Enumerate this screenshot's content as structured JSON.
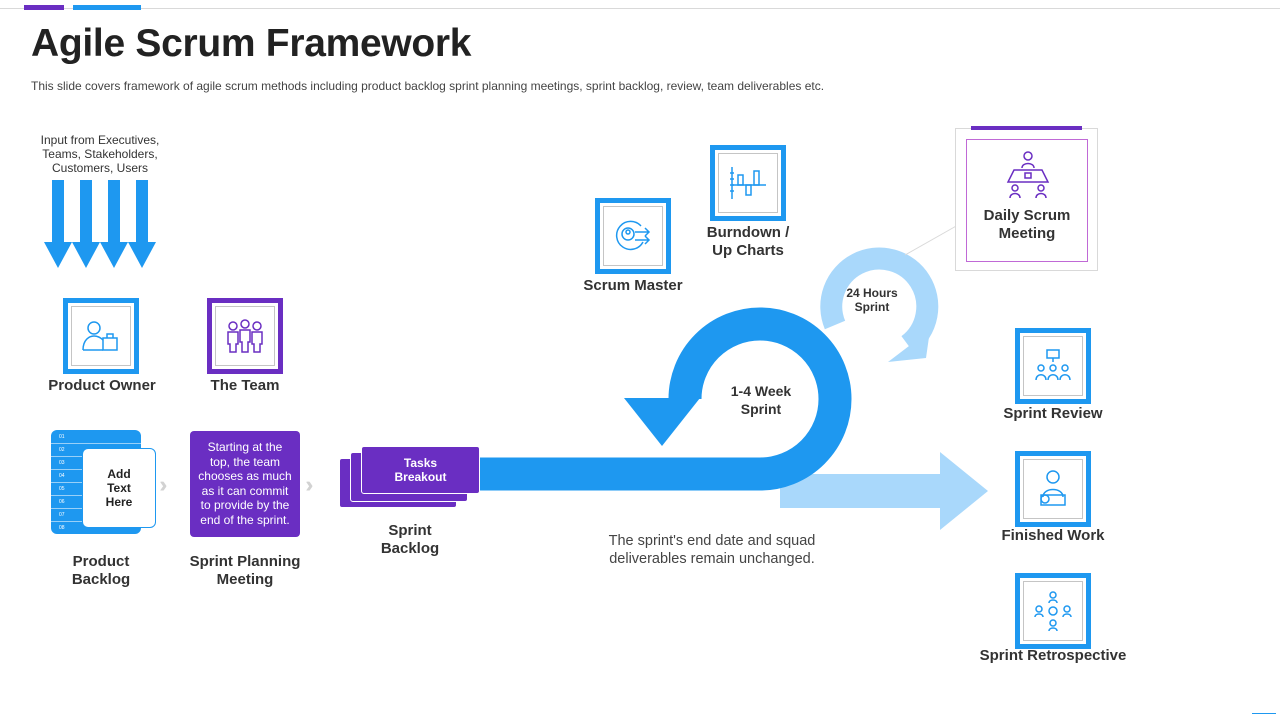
{
  "title": "Agile Scrum Framework",
  "subtitle": "This slide covers framework of agile scrum methods including product backlog sprint planning meetings, sprint backlog, review, team deliverables etc.",
  "inputs_label": "Input from Executives, Teams, Stakeholders, Customers, Users",
  "roles": {
    "product_owner": "Product Owner",
    "the_team": "The Team"
  },
  "product_backlog": {
    "label": "Product Backlog",
    "card_text": "Add Text Here",
    "row_numbers": [
      "01",
      "02",
      "03",
      "04",
      "05",
      "06",
      "07",
      "08"
    ]
  },
  "sprint_planning": {
    "label": "Sprint Planning Meeting",
    "card_text": "Starting at the top, the team chooses as much as it can commit to provide by the end of the sprint."
  },
  "sprint_backlog": {
    "label": "Sprint Backlog",
    "card_text": "Tasks Breakout"
  },
  "sprint": {
    "week_label": "1-4 Week Sprint",
    "daily_label": "24 Hours Sprint",
    "note": "The sprint's end date and squad deliverables remain unchanged."
  },
  "tools": {
    "scrum_master": "Scrum Master",
    "burndown": "Burndown / Up Charts",
    "daily_scrum": "Daily Scrum Meeting"
  },
  "outcomes": {
    "review": "Sprint Review",
    "finished": "Finished Work",
    "retrospective": "Sprint Retrospective"
  },
  "colors": {
    "blue": "#1e98f0",
    "light_blue": "#a9d8fb",
    "purple": "#6a2ec2"
  }
}
